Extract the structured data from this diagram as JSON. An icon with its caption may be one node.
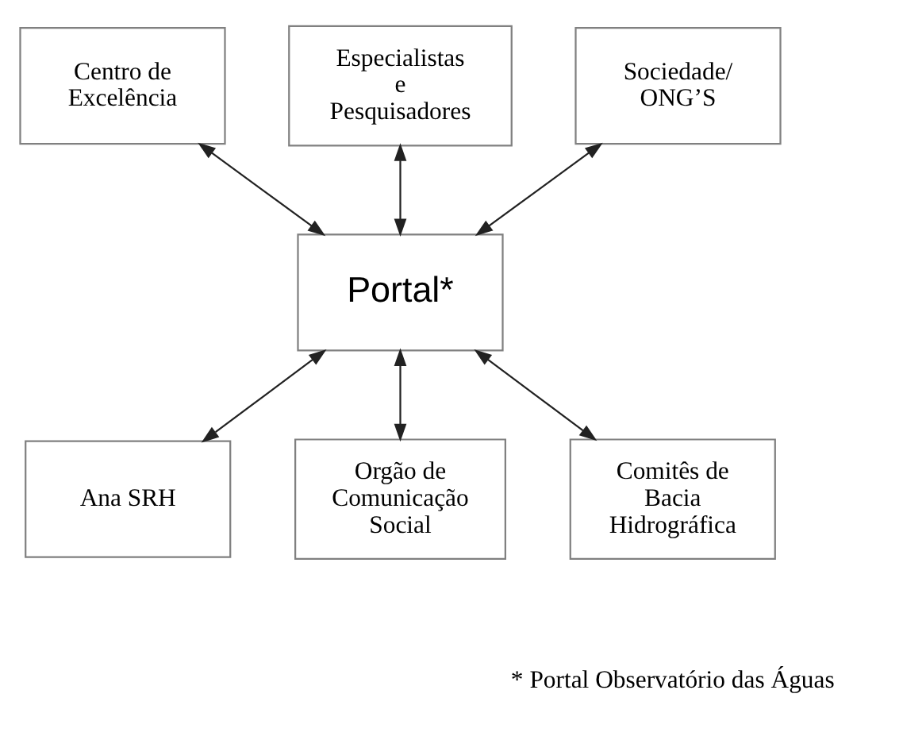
{
  "diagram": {
    "nodes": [
      {
        "text": [
          "Centro de Excelência"
        ]
      },
      {
        "text": [
          "Especialistas e Pesquisadores"
        ]
      },
      {
        "text": [
          "Sociedade/ ONG’S"
        ]
      },
      {
        "text": [
          "Portal*"
        ]
      },
      {
        "text": [
          "Ana SRH"
        ]
      },
      {
        "text": [
          "Orgão de Comunicação Social"
        ]
      },
      {
        "text": [
          "Comitês de Bacia Hidrográfica"
        ]
      }
    ],
    "edges": [
      {
        "from": 1,
        "to": 3,
        "arrow": "both"
      },
      {
        "from": 0,
        "to": 3,
        "arrow": "both"
      },
      {
        "from": 2,
        "to": 3,
        "arrow": "both"
      },
      {
        "from": 3,
        "to": 4,
        "arrow": "both"
      },
      {
        "from": 3,
        "to": 6,
        "arrow": "both"
      },
      {
        "from": 3,
        "to": 5,
        "arrow": "both"
      }
    ],
    "labels": [
      "* Portal Observatório das Águas"
    ]
  }
}
